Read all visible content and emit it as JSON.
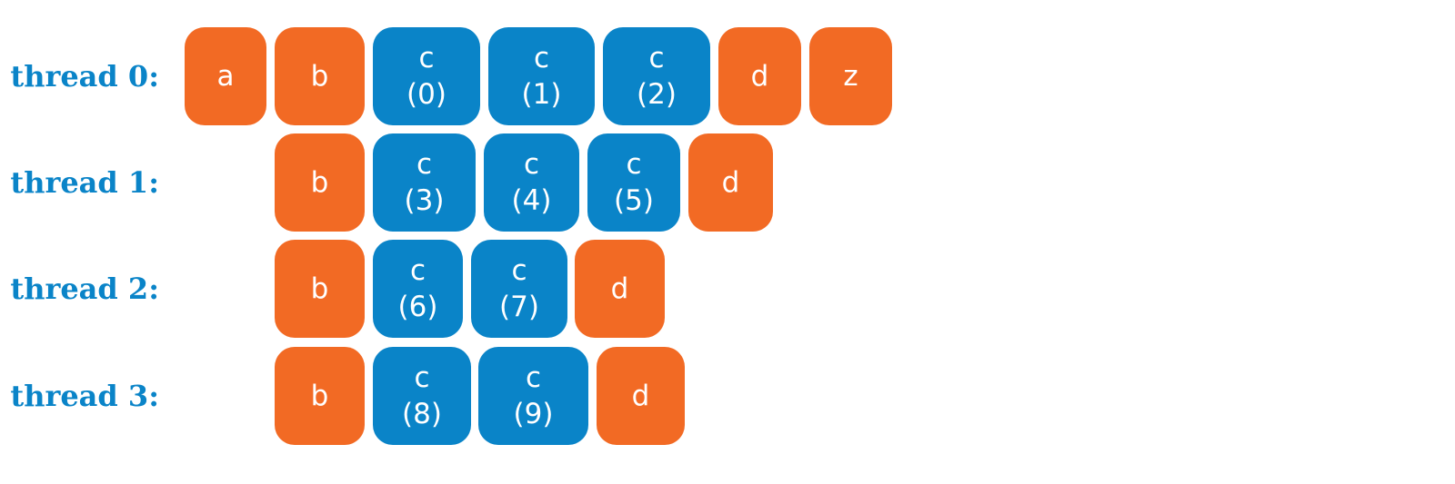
{
  "colors": {
    "orange": "#f26a24",
    "blue": "#0a84c8",
    "label": "#0a84c8"
  },
  "threads": [
    {
      "label": "thread 0:",
      "boxes": [
        {
          "text": "a",
          "kind": "orange"
        },
        {
          "text": "b",
          "kind": "orange"
        },
        {
          "text": "c",
          "sub": "(0)",
          "kind": "blue"
        },
        {
          "text": "c",
          "sub": "(1)",
          "kind": "blue"
        },
        {
          "text": "c",
          "sub": "(2)",
          "kind": "blue"
        },
        {
          "text": "d",
          "kind": "orange"
        },
        {
          "text": "z",
          "kind": "orange"
        }
      ]
    },
    {
      "label": "thread 1:",
      "boxes": [
        {
          "text": "b",
          "kind": "orange"
        },
        {
          "text": "c",
          "sub": "(3)",
          "kind": "blue"
        },
        {
          "text": "c",
          "sub": "(4)",
          "kind": "blue"
        },
        {
          "text": "c",
          "sub": "(5)",
          "kind": "blue"
        },
        {
          "text": "d",
          "kind": "orange"
        }
      ]
    },
    {
      "label": "thread 2:",
      "boxes": [
        {
          "text": "b",
          "kind": "orange"
        },
        {
          "text": "c",
          "sub": "(6)",
          "kind": "blue"
        },
        {
          "text": "c",
          "sub": "(7)",
          "kind": "blue"
        },
        {
          "text": "d",
          "kind": "orange"
        }
      ]
    },
    {
      "label": "thread 3:",
      "boxes": [
        {
          "text": "b",
          "kind": "orange"
        },
        {
          "text": "c",
          "sub": "(8)",
          "kind": "blue"
        },
        {
          "text": "c",
          "sub": "(9)",
          "kind": "blue"
        },
        {
          "text": "d",
          "kind": "orange"
        }
      ]
    }
  ]
}
